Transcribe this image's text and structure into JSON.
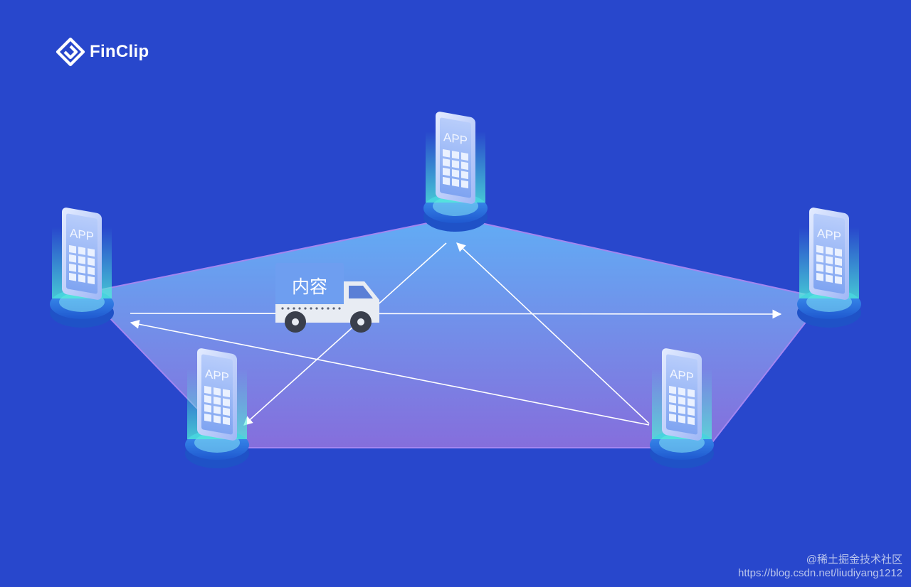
{
  "brand": {
    "name": "FinClip",
    "logo_icon": "finclip-logo-icon"
  },
  "nodes": [
    {
      "id": "left",
      "label": "APP"
    },
    {
      "id": "top",
      "label": "APP"
    },
    {
      "id": "right",
      "label": "APP"
    },
    {
      "id": "bottom-left",
      "label": "APP"
    },
    {
      "id": "bottom-right",
      "label": "APP"
    }
  ],
  "truck": {
    "cargo_label": "内容"
  },
  "watermark": {
    "line1": "@稀土掘金技术社区",
    "line2": "https://blog.csdn.net/liudiyang1212"
  },
  "colors": {
    "background": "#2847cc",
    "polygon_top": "#64b2f7",
    "polygon_bottom": "#8a70dd",
    "arrow": "#ffffff",
    "screen": "#8fb6f4",
    "platform": "#2f7be9",
    "glow": "#4ff0d8"
  }
}
